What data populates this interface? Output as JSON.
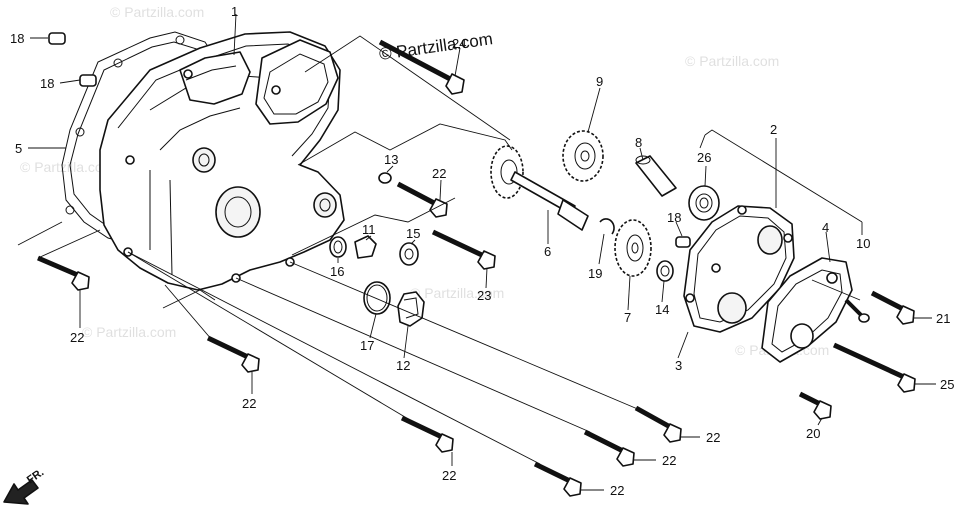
{
  "copyright": "© Partzilla.com",
  "watermark": "© Partzilla.com",
  "front_indicator": "FR.",
  "callouts": {
    "c1": "1",
    "c2": "2",
    "c3": "3",
    "c4": "4",
    "c5": "5",
    "c6": "6",
    "c7": "7",
    "c8": "8",
    "c9": "9",
    "c10": "10",
    "c11": "11",
    "c12": "12",
    "c13": "13",
    "c14": "14",
    "c15": "15",
    "c16": "16",
    "c17": "17",
    "c18a": "18",
    "c18b": "18",
    "c18c": "18",
    "c19": "19",
    "c20": "20",
    "c21": "21",
    "c22a": "22",
    "c22b": "22",
    "c22c": "22",
    "c22d": "22",
    "c22e": "22",
    "c22f": "22",
    "c22g": "22",
    "c23": "23",
    "c24": "24",
    "c25": "25",
    "c26": "26"
  }
}
